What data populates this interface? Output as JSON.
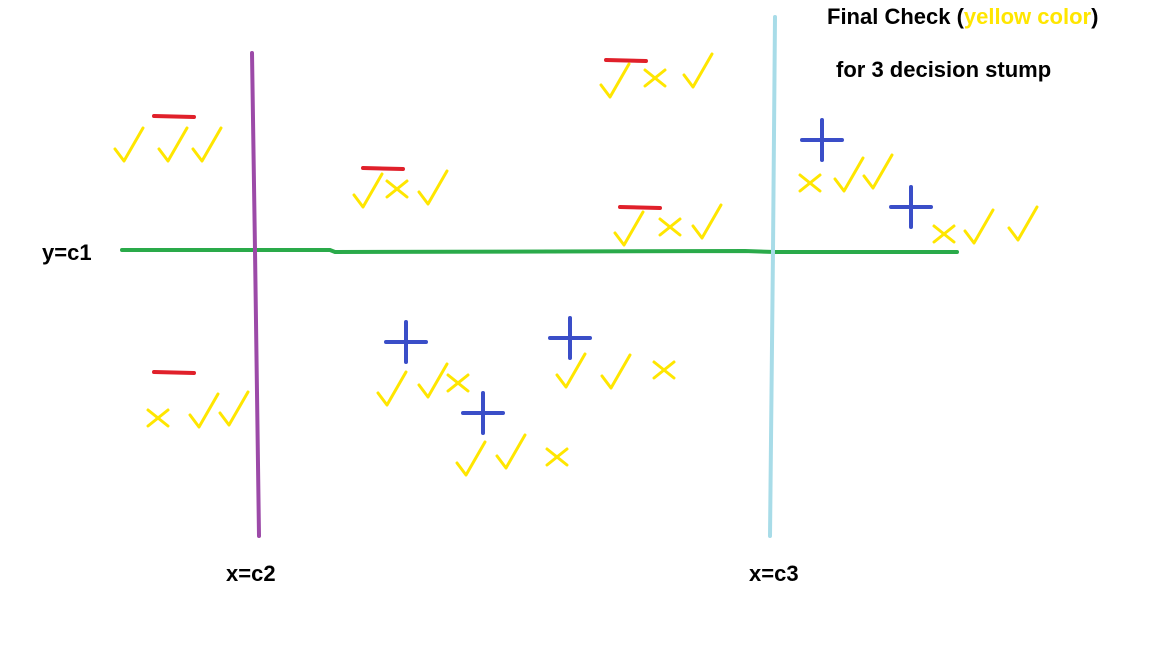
{
  "title": {
    "prefix": "Final Check (",
    "highlight": "yellow color",
    "suffix": ")"
  },
  "subtitle": "for 3 decision stump",
  "lines": {
    "horizontal_label": "y=c1",
    "vertical_left_label": "x=c2",
    "vertical_right_label": "x=c3"
  },
  "colors": {
    "horizontal_line": "#2aaa4a",
    "left_line": "#9c4aa8",
    "right_line": "#a8dce8",
    "check_marks": "#ffe600",
    "plus": "#3a4ec8",
    "minus": "#e0202a",
    "highlight_text": "#ffe600"
  },
  "points": [
    {
      "label": "-",
      "marks": [
        "check",
        "check",
        "check"
      ]
    },
    {
      "label": "-",
      "marks": [
        "check",
        "cross",
        "check"
      ]
    },
    {
      "label": "-",
      "marks": [
        "check",
        "cross",
        "check"
      ]
    },
    {
      "label": "-",
      "marks": [
        "check",
        "cross",
        "check"
      ]
    },
    {
      "label": "+",
      "marks": [
        "cross",
        "check",
        "check"
      ]
    },
    {
      "label": "+",
      "marks": [
        "cross",
        "check",
        "check"
      ]
    },
    {
      "label": "-",
      "marks": [
        "cross",
        "check",
        "check"
      ]
    },
    {
      "label": "+",
      "marks": [
        "check",
        "check",
        "cross"
      ]
    },
    {
      "label": "+",
      "marks": [
        "check",
        "check",
        "cross"
      ]
    },
    {
      "label": "+",
      "marks": [
        "check",
        "check",
        "cross"
      ]
    }
  ]
}
